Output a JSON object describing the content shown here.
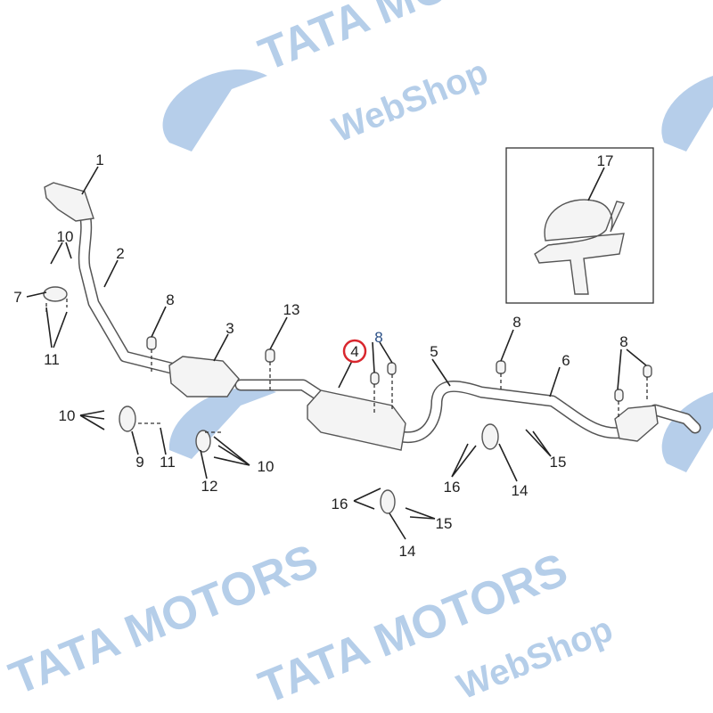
{
  "watermark": {
    "brand": "TATA MOTORS",
    "sub": "WebShop",
    "color": "#a9c6e6"
  },
  "highlight_color": "#d9272e",
  "callouts": {
    "c1": "1",
    "c2": "2",
    "c3": "3",
    "c4": "4",
    "c5": "5",
    "c6": "6",
    "c7": "7",
    "c8a": "8",
    "c8b": "8",
    "c8c": "8",
    "c8d": "8",
    "c9": "9",
    "c10a": "10",
    "c10b": "10",
    "c10c": "10",
    "c11a": "11",
    "c11b": "11",
    "c12": "12",
    "c13": "13",
    "c14a": "14",
    "c14b": "14",
    "c15a": "15",
    "c15b": "15",
    "c16a": "16",
    "c16b": "16",
    "c17": "17"
  }
}
